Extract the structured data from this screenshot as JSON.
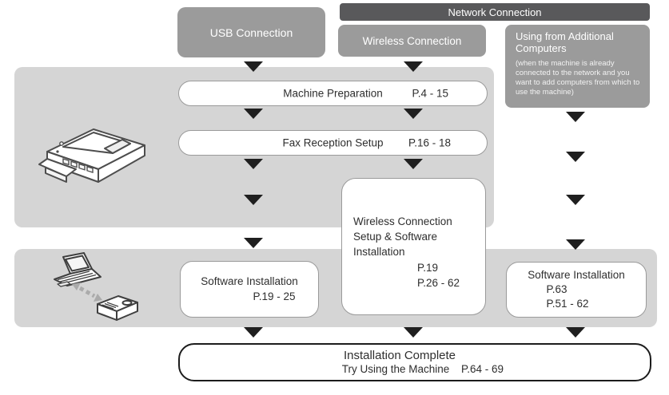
{
  "diagram": {
    "usb_connection": "USB Connection",
    "network_connection": "Network Connection",
    "wireless_connection": "Wireless Connection",
    "additional_computers_title": "Using from Additional Computers",
    "additional_computers_note": "(when the machine is already connected to the network and you want to add computers from which to use the machine)",
    "machine_preparation": {
      "label": "Machine Preparation",
      "pages": "P.4 - 15"
    },
    "fax_reception_setup": {
      "label": "Fax Reception Setup",
      "pages": "P.16 - 18"
    },
    "wireless_setup": {
      "line1": "Wireless Connection",
      "line2": "Setup & Software",
      "line3": "Installation",
      "pages_a": "P.19",
      "pages_b": "P.26 - 62"
    },
    "software_installation_usb": {
      "label": "Software Installation",
      "pages": "P.19 - 25"
    },
    "software_installation_additional": {
      "label": "Software Installation",
      "pages_a": "P.63",
      "pages_b": "P.51 - 62"
    },
    "installation_complete": {
      "title": "Installation Complete",
      "subtitle": "Try Using the Machine",
      "pages": "P.64 - 69"
    }
  },
  "colors": {
    "box_grey": "#9b9b9b",
    "bar_dark": "#59595b",
    "panel_grey": "#d5d5d5",
    "arrow": "#1f1f1f",
    "border_light": "#9a9a9a",
    "border_dark": "#1c1c1c"
  }
}
